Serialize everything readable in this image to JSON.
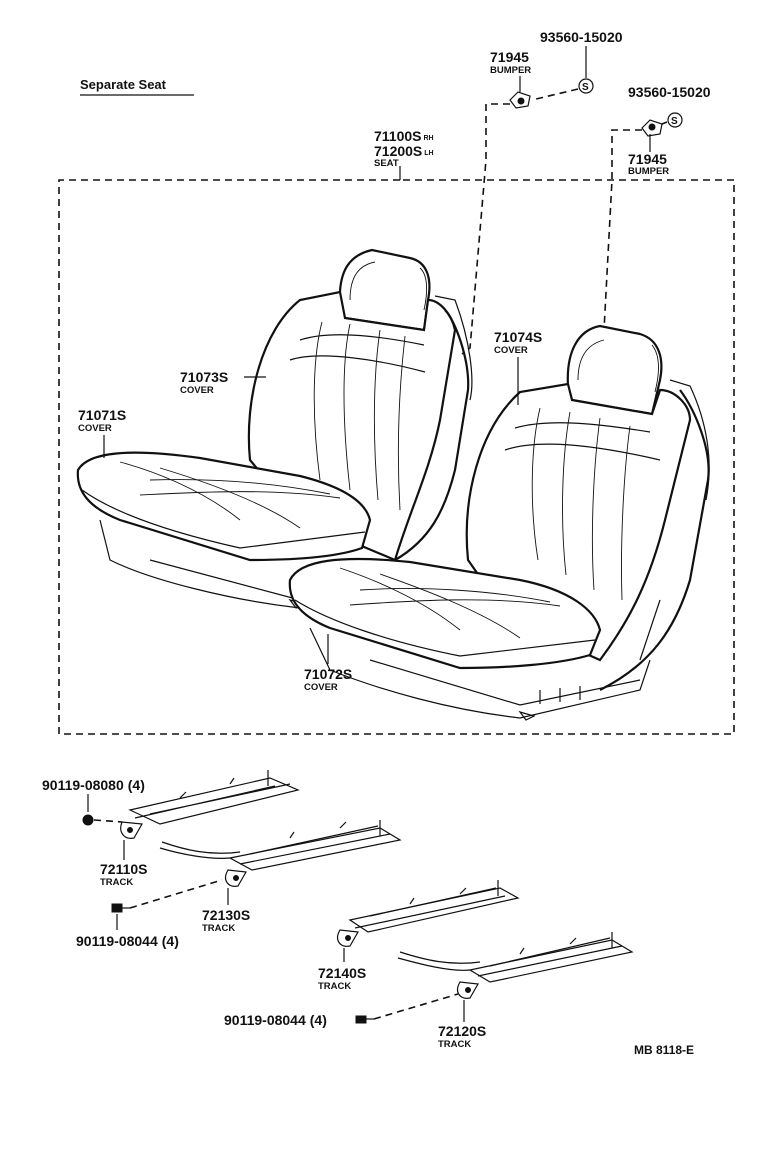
{
  "title": "Separate Seat",
  "reference": "MB 8118-E",
  "seat_assembly": {
    "part_rh": "71100S",
    "rh": "RH",
    "part_lh": "71200S",
    "lh": "LH",
    "desc": "SEAT"
  },
  "bumper_left": {
    "part": "71945",
    "desc": "BUMPER"
  },
  "screw_left": {
    "part": "93560-15020"
  },
  "bumper_right": {
    "part": "71945",
    "desc": "BUMPER"
  },
  "screw_right": {
    "part": "93560-15020"
  },
  "cover_71073S": {
    "part": "71073S",
    "desc": "COVER"
  },
  "cover_71071S": {
    "part": "71071S",
    "desc": "COVER"
  },
  "cover_71074S": {
    "part": "71074S",
    "desc": "COVER"
  },
  "cover_71072S": {
    "part": "71072S",
    "desc": "COVER"
  },
  "bolt_1": {
    "part": "90119-08080",
    "qty": "(4)"
  },
  "track_72110S": {
    "part": "72110S",
    "desc": "TRACK"
  },
  "track_72130S": {
    "part": "72130S",
    "desc": "TRACK"
  },
  "bolt_2": {
    "part": "90119-08044",
    "qty": "(4)"
  },
  "track_72140S": {
    "part": "72140S",
    "desc": "TRACK"
  },
  "bolt_3": {
    "part": "90119-08044",
    "qty": "(4)"
  },
  "track_72120S": {
    "part": "72120S",
    "desc": "TRACK"
  }
}
